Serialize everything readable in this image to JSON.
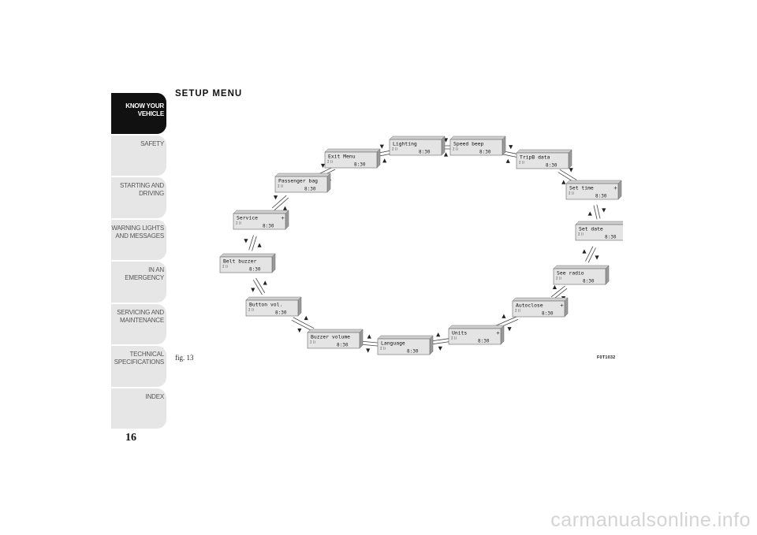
{
  "sidebar": {
    "tabs": [
      {
        "label": "KNOW YOUR\nVEHICLE",
        "active": true
      },
      {
        "label": "SAFETY",
        "active": false
      },
      {
        "label": "STARTING AND\nDRIVING",
        "active": false
      },
      {
        "label": "WARNING LIGHTS\nAND MESSAGES",
        "active": false
      },
      {
        "label": "IN AN EMERGENCY",
        "active": false
      },
      {
        "label": "SERVICING AND\nMAINTENANCE",
        "active": false
      },
      {
        "label": "TECHNICAL\nSPECIFICATIONS",
        "active": false
      },
      {
        "label": "INDEX",
        "active": false
      }
    ]
  },
  "page_number": "16",
  "section_title": "SETUP MENU",
  "figure": {
    "label": "fig. 13",
    "code": "F0T1032",
    "time": "8:30",
    "small_indicator": "2 ))",
    "menu_items": [
      {
        "label": "Lighting",
        "has_submenu": false
      },
      {
        "label": "Speed beep",
        "has_submenu": false
      },
      {
        "label": "TripB data",
        "has_submenu": false
      },
      {
        "label": "Set time",
        "has_submenu": true
      },
      {
        "label": "Set date",
        "has_submenu": false
      },
      {
        "label": "See radio",
        "has_submenu": false
      },
      {
        "label": "Autoclose",
        "has_submenu": true
      },
      {
        "label": "Units",
        "has_submenu": true
      },
      {
        "label": "Language",
        "has_submenu": false
      },
      {
        "label": "Buzzer volume",
        "has_submenu": false
      },
      {
        "label": "Button vol.",
        "has_submenu": false
      },
      {
        "label": "Belt buzzer",
        "has_submenu": false
      },
      {
        "label": "Service",
        "has_submenu": true
      },
      {
        "label": "Passenger bag",
        "has_submenu": false
      },
      {
        "label": "Exit Menu",
        "has_submenu": false
      }
    ]
  },
  "watermark": "carmanualsonline.info",
  "colors": {
    "active_tab": "#111111",
    "inactive_tab": "#e6e6e6",
    "display_face": "#e4e4e4",
    "display_side": "#9a9a9a"
  }
}
